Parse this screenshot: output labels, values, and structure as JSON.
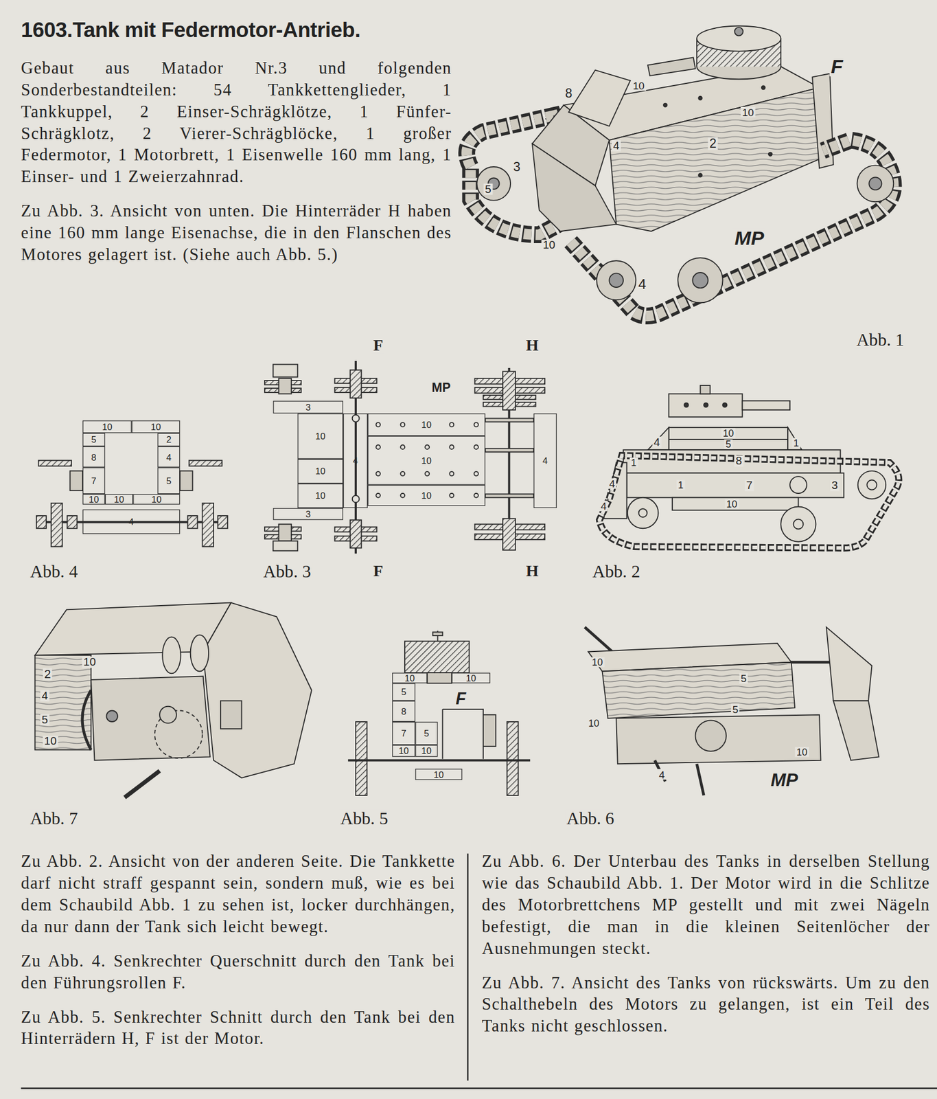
{
  "diagram": {
    "title": "1603.Tank mit Federmotor-Antrieb.",
    "nodes": [
      {
        "text": [
          "10"
        ]
      },
      {
        "text": [
          "10"
        ]
      },
      {
        "text": [
          "5"
        ]
      },
      {
        "text": [
          "8"
        ]
      },
      {
        "text": [
          "7"
        ]
      },
      {
        "text": [
          "2"
        ]
      },
      {
        "text": [
          "4"
        ]
      },
      {
        "text": [
          "5"
        ]
      },
      {
        "text": [
          "10"
        ]
      },
      {
        "text": [
          "10"
        ]
      },
      {
        "text": [
          "10"
        ]
      },
      {
        "text": [
          "4"
        ]
      },
      {
        "text": [
          "3"
        ]
      },
      {
        "text": [
          "10"
        ]
      },
      {
        "text": [
          "10"
        ]
      },
      {
        "text": [
          "10"
        ]
      },
      {
        "text": [
          "3"
        ]
      },
      {
        "text": [
          "4"
        ]
      },
      {
        "text": [
          "10"
        ]
      },
      {
        "text": [
          "10"
        ]
      },
      {
        "text": [
          "10"
        ]
      },
      {
        "text": [
          "4"
        ]
      },
      {
        "text": [
          "10"
        ]
      },
      {
        "text": [
          "10"
        ]
      },
      {
        "text": [
          "5"
        ]
      },
      {
        "text": [
          "8"
        ]
      },
      {
        "text": [
          "7"
        ]
      },
      {
        "text": [
          "5"
        ]
      },
      {
        "text": [
          "10"
        ]
      },
      {
        "text": [
          "10"
        ]
      },
      {
        "text": [
          "10"
        ]
      }
    ],
    "labels": [
      "Gebaut aus Matador Nr.3 und folgenden Sonderbestandteilen: 54 Tankkettenglieder, 1 Tankkuppel, 2 Einser-Schrägklötze, 1 Fünfer-Schrägklotz, 2 Vierer-Schrägblöcke, 1 großer Federmotor, 1 Motorbrett, 1 Eisenwelle 160 mm lang, 1 Einser- und 1 Zweierzahnrad.",
      "Zu Abb. 3. Ansicht von unten. Die Hinterräder H haben eine 160 mm lange Eisenachse, die in den Flanschen des Motores gelagert ist. (Siehe auch Abb. 5.)",
      "F",
      "8",
      "10",
      "10",
      "4",
      "2",
      "3",
      "5",
      "MP",
      "10",
      "4",
      "Abb. 1",
      "F",
      "H",
      "MP",
      "Abb. 4",
      "Abb. 3",
      "F",
      "H",
      "Abb. 2",
      "10",
      "4",
      "5",
      "1",
      "1",
      "8",
      "4",
      "1",
      "7",
      "3",
      "10",
      "4",
      "10",
      "2",
      "4",
      "5",
      "10",
      "F",
      "10",
      "5",
      "5",
      "10",
      "10",
      "4",
      "MP",
      "Abb. 7",
      "Abb. 5",
      "Abb. 6",
      "Zu Abb. 2. Ansicht von der anderen Seite. Die Tankkette darf nicht straff gespannt sein, sondern muß, wie es bei dem Schaubild Abb. 1 zu sehen ist, locker durchhängen, da nur dann der Tank sich leicht bewegt.",
      "Zu Abb. 4. Senkrechter Querschnitt durch den Tank bei den Führungsrollen F.",
      "Zu Abb. 5. Senkrechter Schnitt durch den Tank bei den Hinterrädern H, F ist der Motor.",
      "Zu Abb. 6. Der Unterbau des Tanks in derselben Stellung wie das Schaubild Abb. 1. Der Motor wird in die Schlitze des Motorbrettchens MP gestellt und mit zwei Nägeln befestigt, die man in die kleinen Seitenlöcher der Ausnehmungen steckt.",
      "Zu Abb. 7. Ansicht des Tanks von rückswärts. Um zu den Schalthebeln des Motors zu gelangen, ist ein Teil des Tanks nicht geschlossen."
    ]
  }
}
